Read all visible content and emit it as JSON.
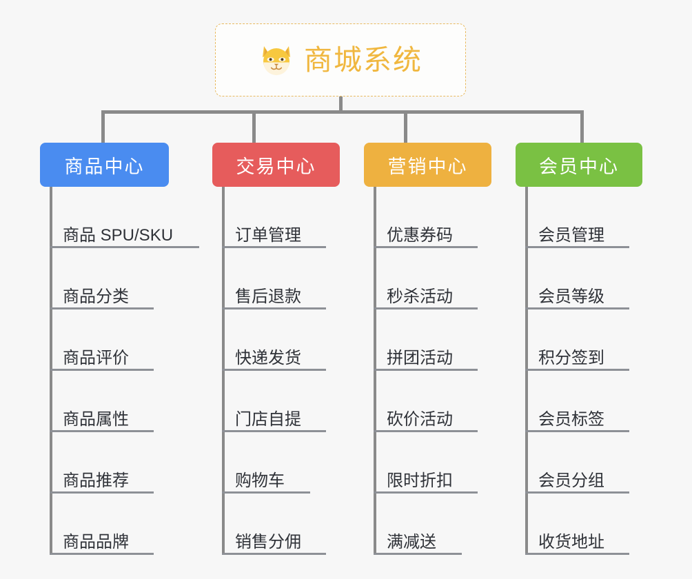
{
  "diagram": {
    "type": "mindmap",
    "title": "商城系统",
    "root": {
      "label": "商城系统",
      "icon": "shiba-dog-face-emoji",
      "border_color": "#e8b95e",
      "text_color": "#f0b73f",
      "background": "#fdfdfc"
    },
    "background_color": "#f7f7f7",
    "connector_color": "#8a8a8a",
    "leaf_text_color": "#2f3238",
    "categories": [
      {
        "label": "商品中心",
        "color": "#4a8cf0",
        "items": [
          "商品 SPU/SKU",
          "商品分类",
          "商品评价",
          "商品属性",
          "商品推荐",
          "商品品牌"
        ]
      },
      {
        "label": "交易中心",
        "color": "#e65c5c",
        "items": [
          "订单管理",
          "售后退款",
          "快递发货",
          "门店自提",
          "购物车",
          "销售分佣"
        ]
      },
      {
        "label": "营销中心",
        "color": "#eeb140",
        "items": [
          "优惠券码",
          "秒杀活动",
          "拼团活动",
          "砍价活动",
          "限时折扣",
          "满减送"
        ]
      },
      {
        "label": "会员中心",
        "color": "#7ac143",
        "items": [
          "会员管理",
          "会员等级",
          "积分签到",
          "会员标签",
          "会员分组",
          "收货地址"
        ]
      }
    ]
  }
}
